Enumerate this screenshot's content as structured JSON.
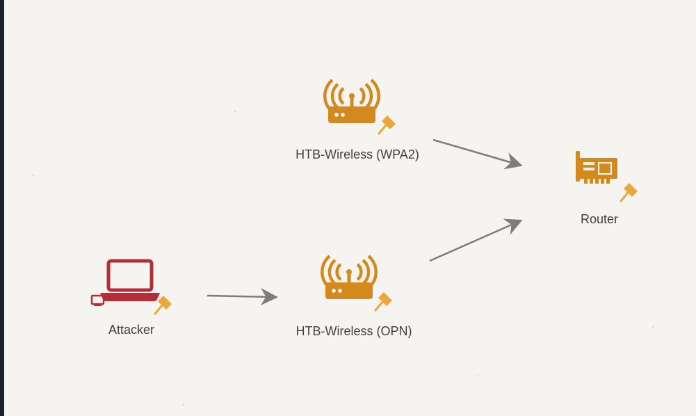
{
  "diagram": {
    "nodes": [
      {
        "id": "wpa2",
        "type": "access-point",
        "label": "HTB-Wireless (WPA2)"
      },
      {
        "id": "opn",
        "type": "access-point",
        "label": "HTB-Wireless (OPN)"
      },
      {
        "id": "router",
        "type": "network-card",
        "label": "Router"
      },
      {
        "id": "attacker",
        "type": "laptop",
        "label": "Attacker"
      }
    ],
    "edges": [
      {
        "from": "wpa2",
        "to": "router"
      },
      {
        "from": "opn",
        "to": "router"
      },
      {
        "from": "attacker",
        "to": "opn"
      }
    ]
  },
  "colors": {
    "device": "#d3891b",
    "attacker": "#b32e36",
    "pin": "#eba73c",
    "arrow": "#7d7d7d",
    "canvas": "#f6f4f1"
  },
  "icons": {
    "access-point": "wireless-router-icon",
    "network-card": "network-card-icon",
    "laptop": "laptop-icon",
    "pin": "pin-icon"
  }
}
